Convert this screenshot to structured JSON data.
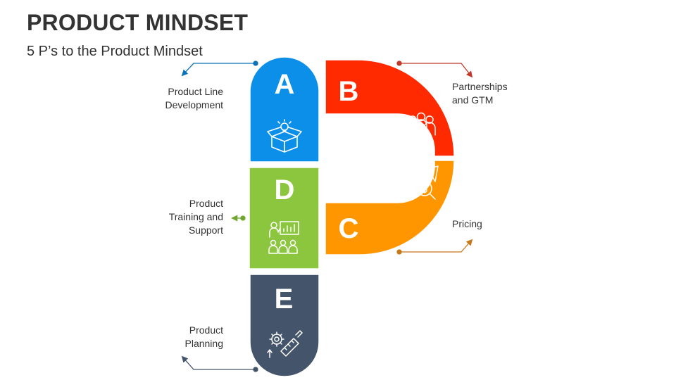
{
  "header": {
    "title": "PRODUCT MINDSET",
    "subtitle": "5 P’s to the Product Mindset"
  },
  "segments": [
    {
      "key": "a",
      "letter": "A",
      "label": "Product Line\nDevelopment",
      "color": "#0B8FE8",
      "icon": "open-box-lightbulb-icon"
    },
    {
      "key": "b",
      "letter": "B",
      "label": "Partnerships\nand GTM",
      "color": "#FF2A00",
      "icon": "team-handshake-icon"
    },
    {
      "key": "c",
      "letter": "C",
      "label": "Pricing",
      "color": "#FF9600",
      "icon": "chart-dollar-magnifier-icon"
    },
    {
      "key": "d",
      "letter": "D",
      "label": "Product\nTraining and\nSupport",
      "color": "#8CC63F",
      "icon": "presentation-audience-icon"
    },
    {
      "key": "e",
      "letter": "E",
      "label": "Product\nPlanning",
      "color": "#44546A",
      "icon": "gear-ruler-pencil-icon"
    }
  ],
  "connector_colors": {
    "a": "#0B72B9",
    "b": "#C0392B",
    "c": "#C8781A",
    "d": "#6FA62E",
    "e": "#44546A"
  }
}
